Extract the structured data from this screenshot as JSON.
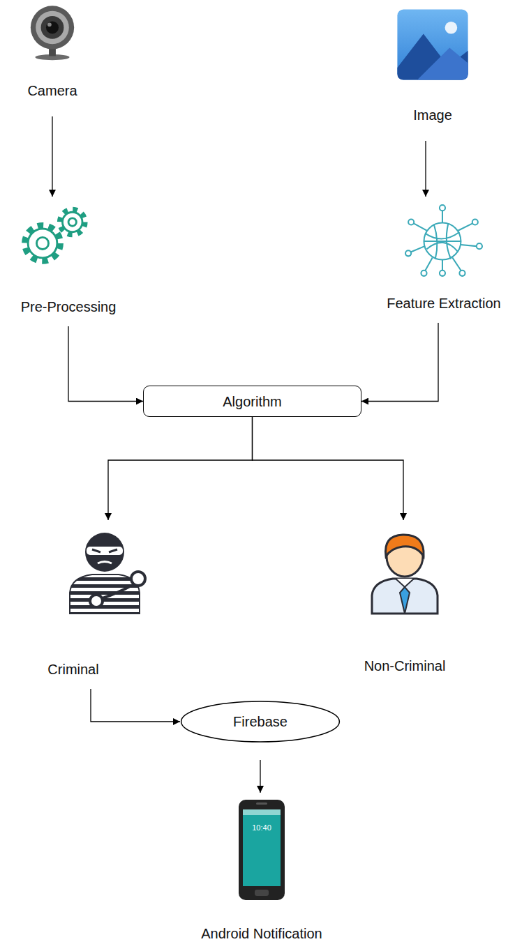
{
  "diagram": {
    "nodes": [
      {
        "text": [
          "Camera"
        ]
      },
      {
        "text": [
          "Image"
        ]
      },
      {
        "text": [
          "Pre-Processing"
        ]
      },
      {
        "text": [
          "Feature Extraction"
        ]
      },
      {
        "text": [
          "Algorithm"
        ]
      },
      {
        "text": [
          "Criminal"
        ]
      },
      {
        "text": [
          "Non-Criminal"
        ]
      },
      {
        "text": [
          "Firebase"
        ]
      },
      {
        "text": [
          "Android Notification"
        ]
      }
    ],
    "edges": [
      {
        "from": 0,
        "to": 2,
        "arrow": "to"
      },
      {
        "from": 1,
        "to": 3,
        "arrow": "to"
      },
      {
        "from": 2,
        "to": 4,
        "arrow": "to"
      },
      {
        "from": 3,
        "to": 4,
        "arrow": "to"
      },
      {
        "from": 4,
        "to": 5,
        "arrow": "to"
      },
      {
        "from": 4,
        "to": 6,
        "arrow": "to"
      },
      {
        "from": 5,
        "to": 7,
        "arrow": "to"
      },
      {
        "from": 7,
        "to": 8,
        "arrow": "to"
      }
    ],
    "labels": [
      "10:40"
    ]
  }
}
